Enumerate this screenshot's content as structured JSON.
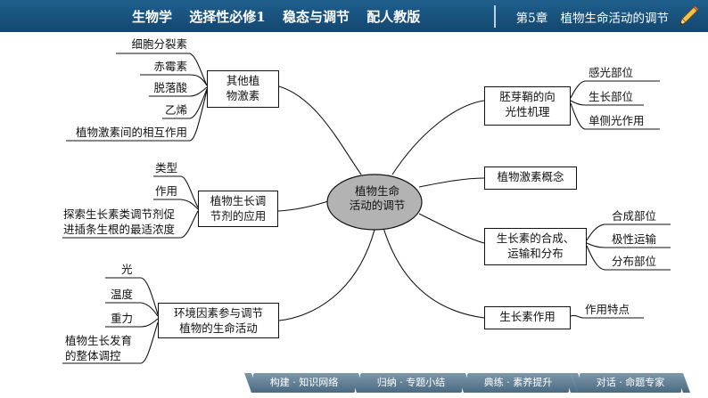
{
  "header": {
    "subject": "生物学",
    "book": "选择性必修1",
    "volume": "稳态与调节",
    "edition": "配人教版",
    "chapter": "第5章",
    "chapter_title": "植物生命活动的调节"
  },
  "mindmap": {
    "center": {
      "line1": "植物生命",
      "line2": "活动的调节"
    },
    "left": [
      {
        "title": [
          "其他植",
          "物激素"
        ],
        "items": [
          "细胞分裂素",
          "赤霉素",
          "脱落酸",
          "乙烯",
          "植物激素间的相互作用"
        ]
      },
      {
        "title": [
          "植物生长调",
          "节剂的应用"
        ],
        "items": [
          "类型",
          "作用",
          "探索生长素类调节剂促",
          "进插条生根的最适浓度"
        ]
      },
      {
        "title": [
          "环境因素参与调节",
          "植物的生命活动"
        ],
        "items": [
          "光",
          "温度",
          "重力",
          "植物生长发育",
          "的整体调控"
        ]
      }
    ],
    "right": [
      {
        "title": [
          "胚芽鞘的向",
          "光性机理"
        ],
        "items": [
          "感光部位",
          "生长部位",
          "单侧光作用"
        ]
      },
      {
        "title": [
          "植物激素概念"
        ],
        "items": []
      },
      {
        "title": [
          "生长素的合成、",
          "运输和分布"
        ],
        "items": [
          "合成部位",
          "极性运输",
          "分布部位"
        ]
      },
      {
        "title": [
          "生长素作用"
        ],
        "items": [
          "作用特点"
        ]
      }
    ]
  },
  "footer": {
    "tabs": [
      "构建 · 知识网络",
      "归纳 · 专题小结",
      "典练 · 素养提升",
      "对话 · 命题专家"
    ]
  },
  "colors": {
    "header_bg": "#1a5683",
    "center_fill": "#b3b3b3",
    "tab_bg": "#5f7d92"
  },
  "icons": [
    "pencil-icon"
  ]
}
